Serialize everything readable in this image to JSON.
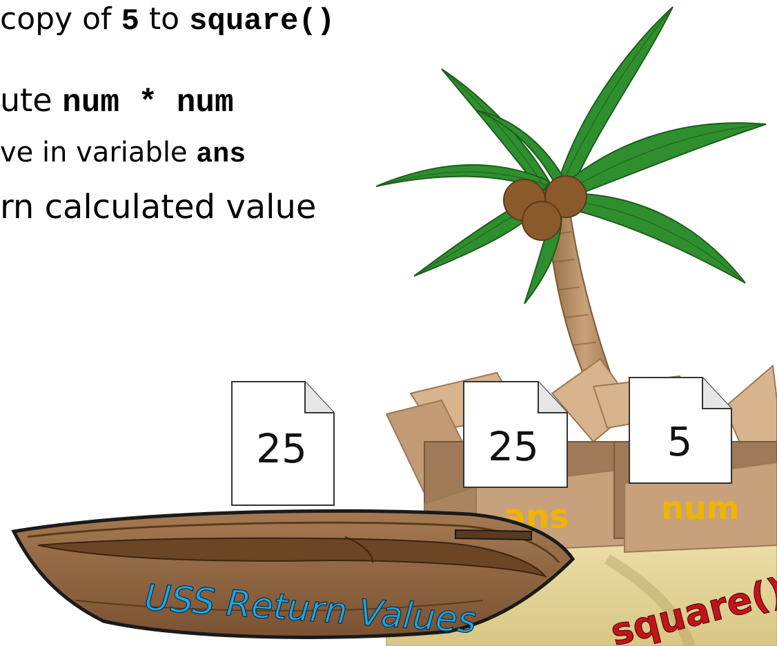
{
  "bullets": {
    "line1": {
      "a": "copy of ",
      "code1": "5",
      "b": " to ",
      "code2": "square()"
    },
    "line2": {
      "a": "ute ",
      "code": "num * num"
    },
    "line3": {
      "a": "ve in variable ",
      "code": "ans"
    },
    "line4": {
      "a": "rn calculated value"
    }
  },
  "papers": {
    "boat": "25",
    "ans": "25",
    "num": "5"
  },
  "box_labels": {
    "ans": "ans",
    "num": "num"
  },
  "boat_label": "USS Return Values",
  "island_label": "square()",
  "colors": {
    "box_label": "#f0b400",
    "boat_label": "#1aa7e8",
    "island_label": "#c4141b",
    "leaf": "#2e8b2e",
    "trunk": "#b38858",
    "box": "#c29a75",
    "boat": "#8b5e3c",
    "sand": "#e5d49a"
  }
}
